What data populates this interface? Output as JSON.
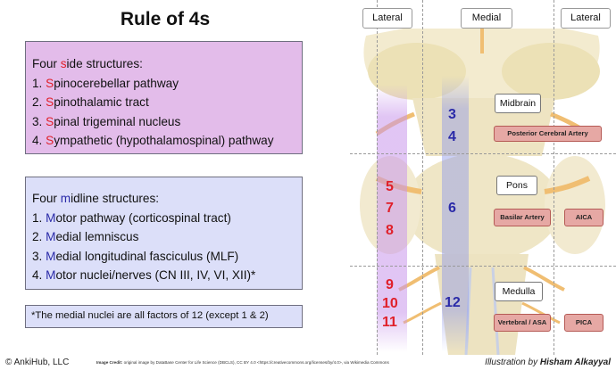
{
  "title": "Rule of 4s",
  "side_box": {
    "heading": {
      "pre": "Four ",
      "hl": "s",
      "post": "ide structures:"
    },
    "items": [
      {
        "num": "1. ",
        "hl": "S",
        "rest": "pinocerebellar pathway"
      },
      {
        "num": "2. ",
        "hl": "S",
        "rest": "pinothalamic tract"
      },
      {
        "num": "3. ",
        "hl": "S",
        "rest": "pinal trigeminal nucleus"
      },
      {
        "num": "4. ",
        "hl": "S",
        "rest": "ympathetic (hypothalamospinal) pathway"
      }
    ]
  },
  "midline_box": {
    "heading": {
      "pre": "Four ",
      "hl": "m",
      "post": "idline structures:"
    },
    "items": [
      {
        "num": "1. ",
        "hl": "M",
        "rest": "otor pathway (corticospinal tract)"
      },
      {
        "num": "2. ",
        "hl": "M",
        "rest": "edial lemniscus"
      },
      {
        "num": "3. ",
        "hl": "M",
        "rest": "edial longitudinal fasciculus (MLF)"
      },
      {
        "num": "4. ",
        "hl": "M",
        "rest": "otor nuclei/nerves (CN III, IV, VI, XII)*"
      }
    ]
  },
  "note": "*The medial nuclei are all factors of 12 (except 1 & 2)",
  "diagram": {
    "headers": {
      "lateral_left": "Lateral",
      "medial": "Medial",
      "lateral_right": "Lateral"
    },
    "regions": {
      "midbrain": "Midbrain",
      "pons": "Pons",
      "medulla": "Medulla"
    },
    "arteries": {
      "pca": "Posterior Cerebral Artery",
      "basilar": "Basilar Artery",
      "aica": "AICA",
      "vertebral": "Vertebral / ASA",
      "pica": "PICA"
    },
    "numbers_medial": {
      "a": "3",
      "b": "4",
      "c": "6",
      "d": "12"
    },
    "numbers_lateral": {
      "a": "5",
      "b": "7",
      "c": "8",
      "d": "9",
      "e": "10",
      "f": "11"
    }
  },
  "footer": {
    "left": "© AnkiHub, LLC",
    "credit_label": "Image Credit:",
    "credit_text": "original image by DataBase Center for Life Science (DBCLS), CC BY 4.0 <https://creativecommons.org/licenses/by/4.0>, via Wikimedia Commons",
    "right_pre": "Illustration by ",
    "right_name": "Hisham Alkayyal"
  },
  "colors": {
    "side_box_bg": "#e3bcea",
    "midline_box_bg": "#dcdff9",
    "red_highlight": "#e0202a",
    "blue_highlight": "#2a2aa8",
    "artery_fill": "#e6a8a4"
  }
}
